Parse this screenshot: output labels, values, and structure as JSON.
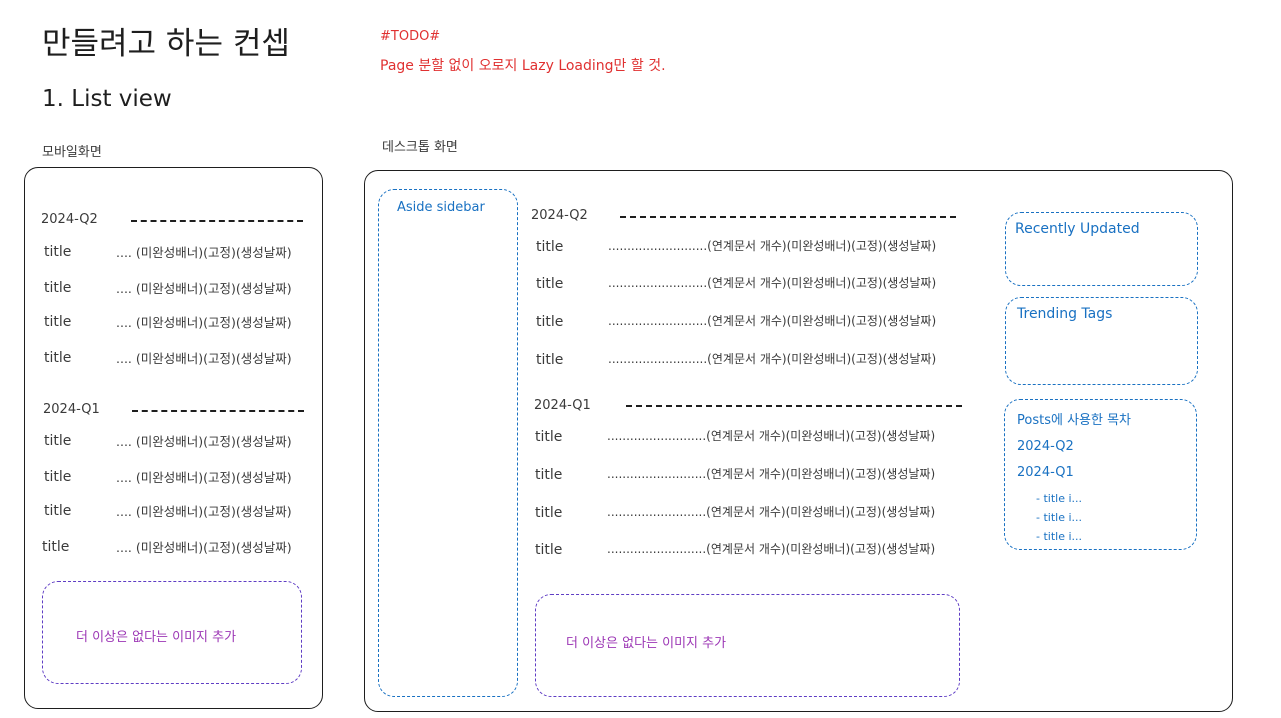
{
  "header": {
    "title": "만들려고 하는 컨셉",
    "section": "1. List view",
    "todo_title": "#TODO#",
    "todo_text": "Page 분할 없이 오로지 Lazy Loading만 할 것."
  },
  "mobile": {
    "label": "모바일화면",
    "groups": [
      {
        "quarter": "2024-Q2",
        "rows": [
          {
            "title": "title",
            "meta": ".... (미완성배너)(고정)(생성날짜)"
          },
          {
            "title": "title",
            "meta": ".... (미완성배너)(고정)(생성날짜)"
          },
          {
            "title": "title",
            "meta": ".... (미완성배너)(고정)(생성날짜)"
          },
          {
            "title": "title",
            "meta": ".... (미완성배너)(고정)(생성날짜)"
          }
        ]
      },
      {
        "quarter": "2024-Q1",
        "rows": [
          {
            "title": "title",
            "meta": ".... (미완성배너)(고정)(생성날짜)"
          },
          {
            "title": "title",
            "meta": ".... (미완성배너)(고정)(생성날짜)"
          },
          {
            "title": "title",
            "meta": ".... (미완성배너)(고정)(생성날짜)"
          },
          {
            "title": "title",
            "meta": ".... (미완성배너)(고정)(생성날짜)"
          }
        ]
      }
    ],
    "end_box": "더 이상은 없다는 이미지 추가"
  },
  "desktop": {
    "label": "데스크톱 화면",
    "aside": "Aside sidebar",
    "groups": [
      {
        "quarter": "2024-Q2",
        "rows": [
          {
            "title": "title",
            "meta": "..........................(연계문서 개수)(미완성배너)(고정)(생성날짜)"
          },
          {
            "title": "title",
            "meta": "..........................(연계문서 개수)(미완성배너)(고정)(생성날짜)"
          },
          {
            "title": "title",
            "meta": "..........................(연계문서 개수)(미완성배너)(고정)(생성날짜)"
          },
          {
            "title": "title",
            "meta": "..........................(연계문서 개수)(미완성배너)(고정)(생성날짜)"
          }
        ]
      },
      {
        "quarter": "2024-Q1",
        "rows": [
          {
            "title": "title",
            "meta": "..........................(연계문서 개수)(미완성배너)(고정)(생성날짜)"
          },
          {
            "title": "title",
            "meta": "..........................(연계문서 개수)(미완성배너)(고정)(생성날짜)"
          },
          {
            "title": "title",
            "meta": "..........................(연계문서 개수)(미완성배너)(고정)(생성날짜)"
          },
          {
            "title": "title",
            "meta": "..........................(연계문서 개수)(미완성배너)(고정)(생성날짜)"
          }
        ]
      }
    ],
    "end_box": "더 이상은 없다는 이미지 추가",
    "right": {
      "recent": "Recently Updated",
      "tags": "Trending Tags",
      "toc_title": "Posts에 사용한 목차",
      "toc_q2": "2024-Q2",
      "toc_q1": "2024-Q1",
      "toc_items": [
        "- title i...",
        "- title i...",
        "- title i..."
      ]
    }
  },
  "colors": {
    "blue": "#1971c2",
    "purple_border": "#5f3dc4",
    "purple_text": "#9c36b5",
    "red": "#e03131",
    "ink": "#1e1e1e"
  }
}
